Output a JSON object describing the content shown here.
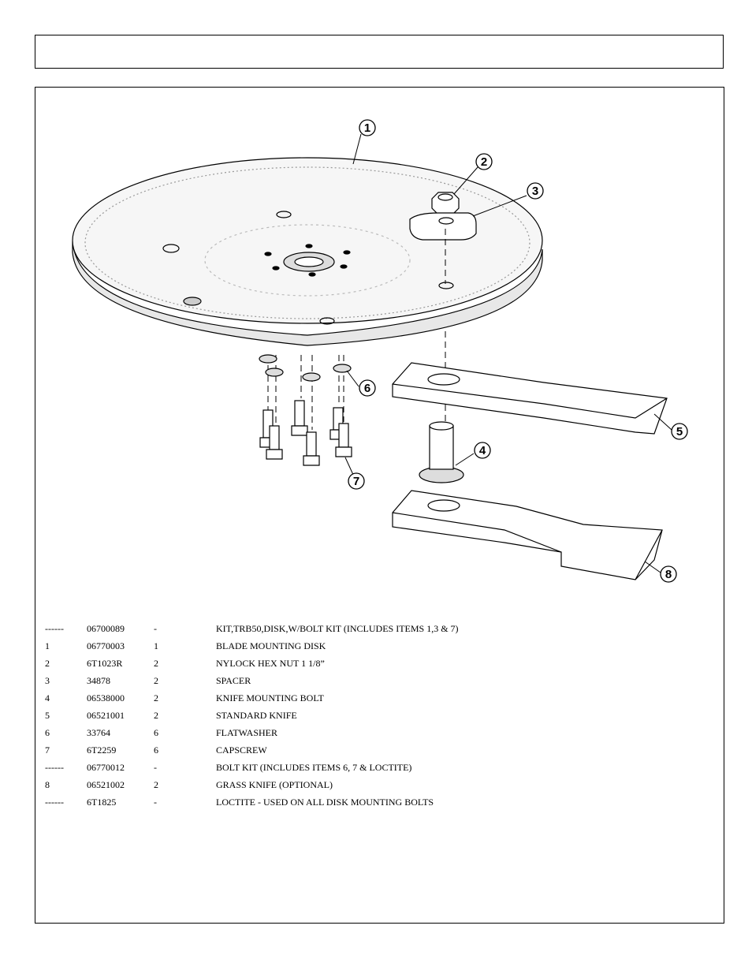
{
  "header": {
    "title": ""
  },
  "diagram": {
    "callouts": [
      "1",
      "2",
      "3",
      "4",
      "5",
      "6",
      "7",
      "8"
    ]
  },
  "parts": [
    {
      "item": "------",
      "part": "06700089",
      "qty": "-",
      "desc": "KIT,TRB50,DISK,W/BOLT KIT (INCLUDES ITEMS 1,3 & 7)"
    },
    {
      "item": "1",
      "part": "06770003",
      "qty": "1",
      "desc": "BLADE MOUNTING DISK"
    },
    {
      "item": "2",
      "part": "6T1023R",
      "qty": "2",
      "desc": "NYLOCK HEX NUT  1 1/8”"
    },
    {
      "item": "3",
      "part": "34878",
      "qty": "2",
      "desc": "SPACER"
    },
    {
      "item": "4",
      "part": "06538000",
      "qty": "2",
      "desc": "KNIFE MOUNTING BOLT"
    },
    {
      "item": "5",
      "part": "06521001",
      "qty": "2",
      "desc": "STANDARD KNIFE"
    },
    {
      "item": "6",
      "part": "33764",
      "qty": "6",
      "desc": "FLATWASHER"
    },
    {
      "item": "7",
      "part": "6T2259",
      "qty": "6",
      "desc": "CAPSCREW"
    },
    {
      "item": "------",
      "part": "06770012",
      "qty": "-",
      "desc": "BOLT KIT (INCLUDES ITEMS 6, 7 & LOCTITE)"
    },
    {
      "item": "8",
      "part": "06521002",
      "qty": "2",
      "desc": "GRASS KNIFE (OPTIONAL)"
    },
    {
      "item": "------",
      "part": "6T1825",
      "qty": "-",
      "desc": "LOCTITE - USED ON ALL DISK MOUNTING BOLTS"
    }
  ]
}
